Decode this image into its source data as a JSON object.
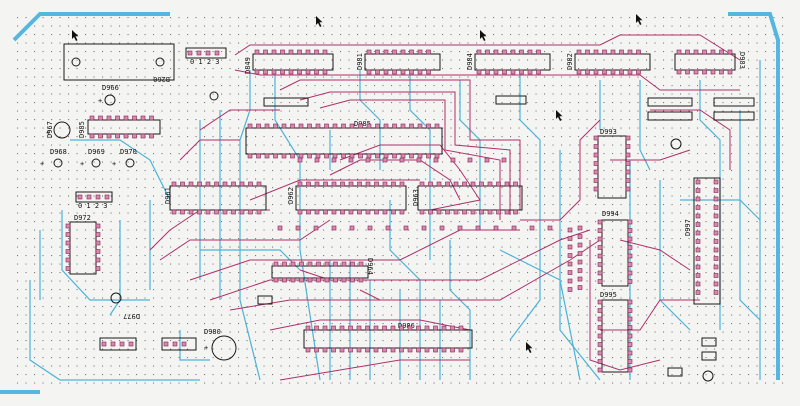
{
  "colors": {
    "paper": "#f4f4f2",
    "grid": "#7a7a7a",
    "trace_blue": "#4bb3d8",
    "trace_magenta": "#b0306a",
    "silk": "#1a1a1a",
    "pad": "#d58ab0",
    "border": "#55b7df"
  },
  "components": {
    "top_ic_labels": [
      "D849",
      "D981",
      "D984",
      "D982",
      "D983"
    ],
    "conn_label": "B260",
    "d966": "D966",
    "d967": "D967",
    "d985": "D985",
    "d968": "D968",
    "d969": "D969",
    "d970": "D970",
    "d961": "D961",
    "d962": "D962",
    "d963": "D963",
    "d972": "D972",
    "d964": "D964",
    "d986": "D986",
    "d977": "D977",
    "d980": "D980",
    "d993": "D993",
    "d994": "D994",
    "d995": "D995",
    "d997": "D997",
    "pin_nums": "0 1 2 3",
    "plus": "+"
  }
}
